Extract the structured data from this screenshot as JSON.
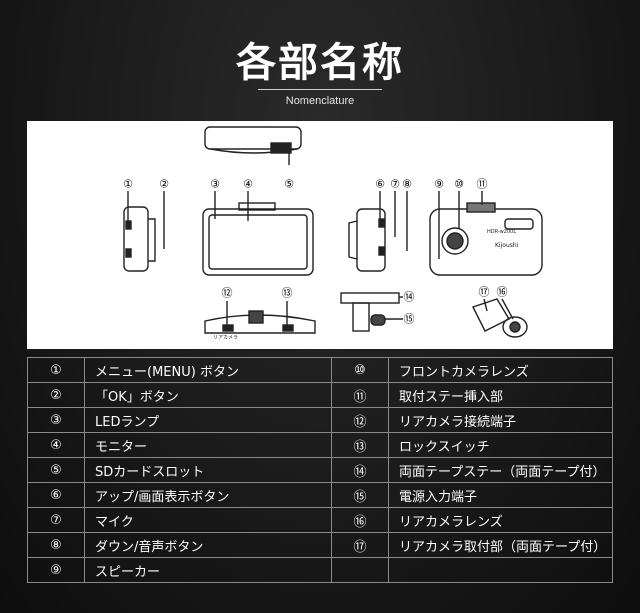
{
  "page": {
    "title": "各部名称",
    "subtitle": "Nomenclature"
  },
  "diagram": {
    "callouts": [
      "①",
      "②",
      "③",
      "④",
      "⑤",
      "⑥",
      "⑦",
      "⑧",
      "⑨",
      "⑩",
      "⑪",
      "⑫",
      "⑬",
      "⑭",
      "⑮",
      "⑯",
      "⑰"
    ],
    "device_label_small": "HDR-w200L",
    "device_brand": "Kijoushi",
    "rear_label": "リアカメラ"
  },
  "parts": [
    {
      "num": "①",
      "name": "メニュー(MENU) ボタン"
    },
    {
      "num": "②",
      "name": "「OK」ボタン"
    },
    {
      "num": "③",
      "name": "LEDランプ"
    },
    {
      "num": "④",
      "name": "モニター"
    },
    {
      "num": "⑤",
      "name": "SDカードスロット"
    },
    {
      "num": "⑥",
      "name": "アップ/画面表示ボタン"
    },
    {
      "num": "⑦",
      "name": "マイク"
    },
    {
      "num": "⑧",
      "name": "ダウン/音声ボタン"
    },
    {
      "num": "⑨",
      "name": "スピーカー"
    },
    {
      "num": "⑩",
      "name": "フロントカメラレンズ"
    },
    {
      "num": "⑪",
      "name": "取付ステー挿入部"
    },
    {
      "num": "⑫",
      "name": "リアカメラ接続端子"
    },
    {
      "num": "⑬",
      "name": "ロックスイッチ"
    },
    {
      "num": "⑭",
      "name": "両面テープステー（両面テープ付）"
    },
    {
      "num": "⑮",
      "name": "電源入力端子"
    },
    {
      "num": "⑯",
      "name": "リアカメラレンズ"
    },
    {
      "num": "⑰",
      "name": "リアカメラ取付部（両面テープ付）"
    },
    {
      "num": "",
      "name": ""
    }
  ]
}
